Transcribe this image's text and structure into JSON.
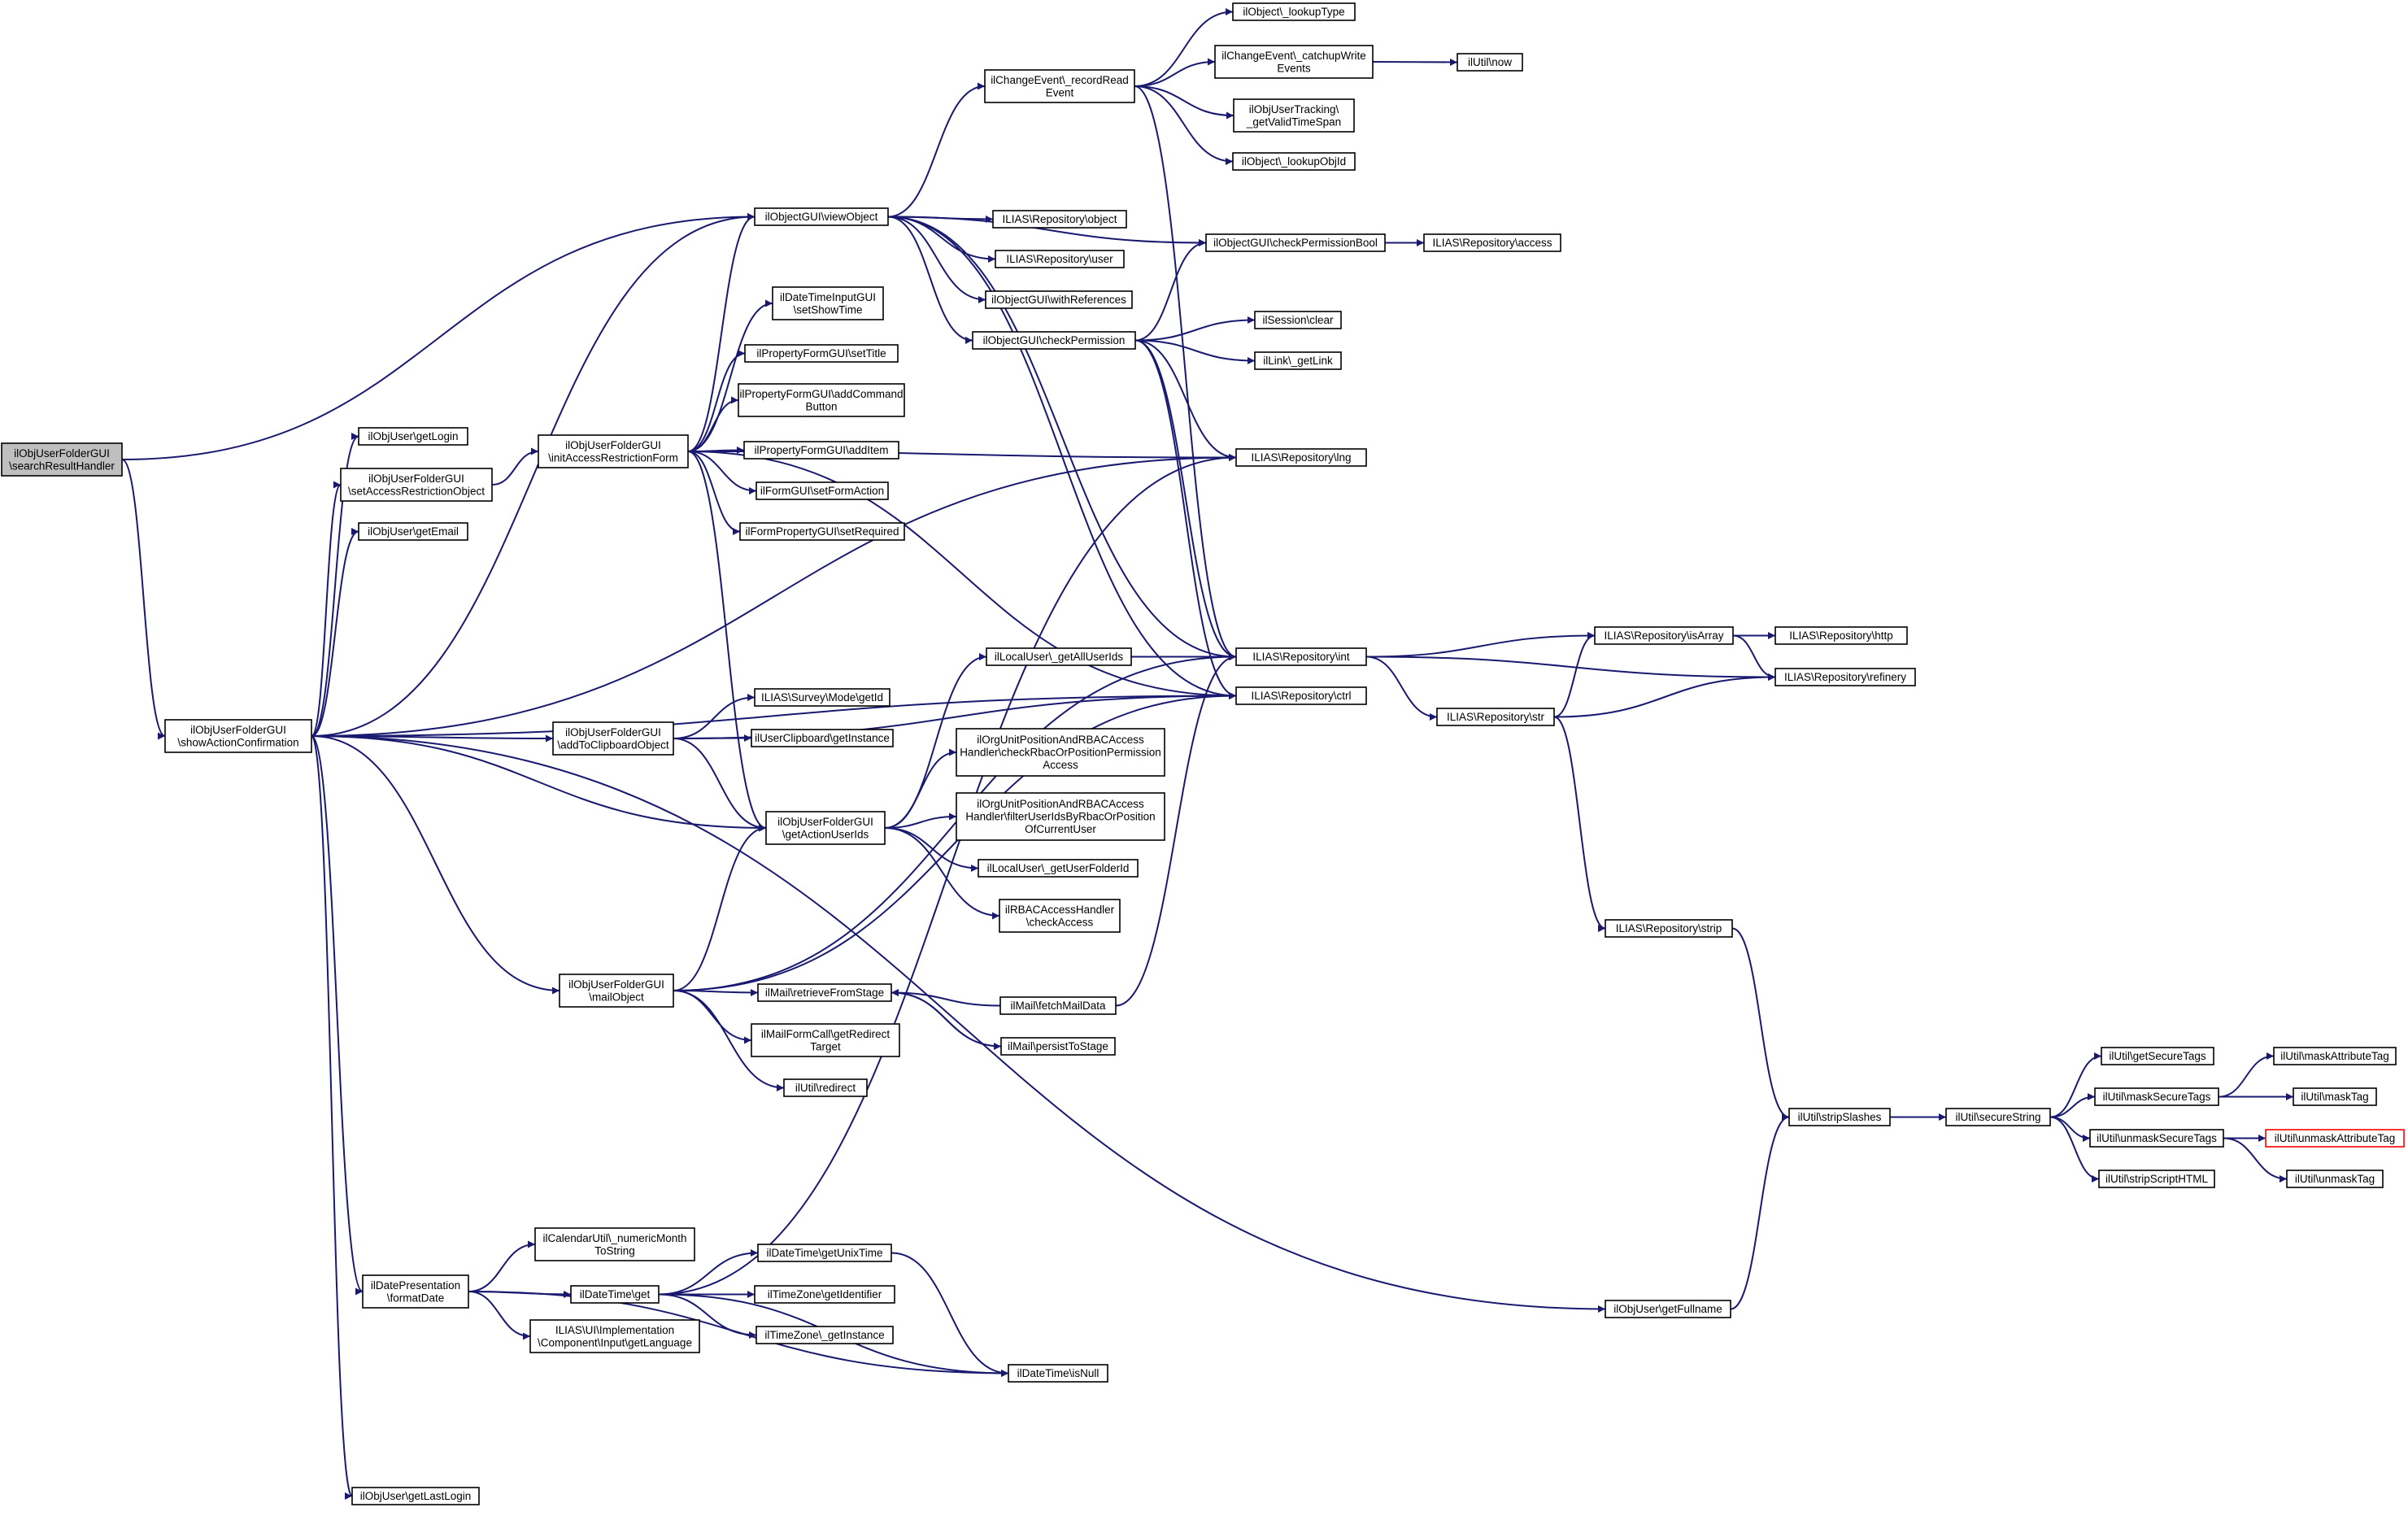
{
  "graph": {
    "colors": {
      "edge": "#191970",
      "node_border": "#000000",
      "root_fill": "#bfbfbf",
      "truncated_border": "#ff0000",
      "background": "#ffffff"
    },
    "nodes": [
      {
        "id": "root",
        "lines": [
          "ilObjUserFolderGUI",
          "\\searchResultHandler"
        ],
        "root": true
      },
      {
        "id": "sac",
        "lines": [
          "ilObjUserFolderGUI",
          "\\showActionConfirmation"
        ]
      },
      {
        "id": "getLogin",
        "lines": [
          "ilObjUser\\getLogin"
        ]
      },
      {
        "id": "setAR",
        "lines": [
          "ilObjUserFolderGUI",
          "\\setAccessRestrictionObject"
        ]
      },
      {
        "id": "getEmail",
        "lines": [
          "ilObjUser\\getEmail"
        ]
      },
      {
        "id": "initAR",
        "lines": [
          "ilObjUserFolderGUI",
          "\\initAccessRestrictionForm"
        ]
      },
      {
        "id": "addClip",
        "lines": [
          "ilObjUserFolderGUI",
          "\\addToClipboardObject"
        ]
      },
      {
        "id": "mailObj",
        "lines": [
          "ilObjUserFolderGUI",
          "\\mailObject"
        ]
      },
      {
        "id": "getUserIds",
        "lines": [
          "ilObjUserFolderGUI",
          "\\getActionUserIds"
        ]
      },
      {
        "id": "datePres",
        "lines": [
          "ilDatePresentation",
          "\\formatDate"
        ]
      },
      {
        "id": "lastLogin",
        "lines": [
          "ilObjUser\\getLastLogin"
        ]
      },
      {
        "id": "viewObj",
        "lines": [
          "ilObjectGUI\\viewObject"
        ]
      },
      {
        "id": "recordRead",
        "lines": [
          "ilChangeEvent\\_recordRead",
          "Event"
        ]
      },
      {
        "id": "lookupType",
        "lines": [
          "ilObject\\_lookupType"
        ]
      },
      {
        "id": "catchup",
        "lines": [
          "ilChangeEvent\\_catchupWrite",
          "Events"
        ]
      },
      {
        "id": "now",
        "lines": [
          "ilUtil\\now"
        ]
      },
      {
        "id": "validTime",
        "lines": [
          "ilObjUserTracking\\",
          "_getValidTimeSpan"
        ]
      },
      {
        "id": "lookupObjId",
        "lines": [
          "ilObject\\_lookupObjId"
        ]
      },
      {
        "id": "repoObject",
        "lines": [
          "ILIAS\\Repository\\object"
        ]
      },
      {
        "id": "repoUser",
        "lines": [
          "ILIAS\\Repository\\user"
        ]
      },
      {
        "id": "withRefs",
        "lines": [
          "ilObjectGUI\\withReferences"
        ]
      },
      {
        "id": "checkPerm",
        "lines": [
          "ilObjectGUI\\checkPermission"
        ]
      },
      {
        "id": "checkPermBool",
        "lines": [
          "ilObjectGUI\\checkPermissionBool"
        ]
      },
      {
        "id": "repoAccess",
        "lines": [
          "ILIAS\\Repository\\access"
        ]
      },
      {
        "id": "sessClear",
        "lines": [
          "ilSession\\clear"
        ]
      },
      {
        "id": "getLink",
        "lines": [
          "ilLink\\_getLink"
        ]
      },
      {
        "id": "repoLng",
        "lines": [
          "ILIAS\\Repository\\lng"
        ]
      },
      {
        "id": "dtSetShowTime",
        "lines": [
          "ilDateTimeInputGUI",
          "\\setShowTime"
        ]
      },
      {
        "id": "pfSetTitle",
        "lines": [
          "ilPropertyFormGUI\\setTitle"
        ]
      },
      {
        "id": "pfAddCmd",
        "lines": [
          "ilPropertyFormGUI\\addCommand",
          "Button"
        ]
      },
      {
        "id": "pfAddItem",
        "lines": [
          "ilPropertyFormGUI\\addItem"
        ]
      },
      {
        "id": "fSetAction",
        "lines": [
          "ilFormGUI\\setFormAction"
        ]
      },
      {
        "id": "fpSetReq",
        "lines": [
          "ilFormPropertyGUI\\setRequired"
        ]
      },
      {
        "id": "getAllUserIds",
        "lines": [
          "ilLocalUser\\_getAllUserIds"
        ]
      },
      {
        "id": "repoInt",
        "lines": [
          "ILIAS\\Repository\\int"
        ]
      },
      {
        "id": "repoCtrl",
        "lines": [
          "ILIAS\\Repository\\ctrl"
        ]
      },
      {
        "id": "repoIsArray",
        "lines": [
          "ILIAS\\Repository\\isArray"
        ]
      },
      {
        "id": "repoHttp",
        "lines": [
          "ILIAS\\Repository\\http"
        ]
      },
      {
        "id": "repoRefinery",
        "lines": [
          "ILIAS\\Repository\\refinery"
        ]
      },
      {
        "id": "repoStr",
        "lines": [
          "ILIAS\\Repository\\str"
        ]
      },
      {
        "id": "surveyGetId",
        "lines": [
          "ILIAS\\Survey\\Mode\\getId"
        ]
      },
      {
        "id": "clipGetInst",
        "lines": [
          "ilUserClipboard\\getInstance"
        ]
      },
      {
        "id": "orgCheck",
        "lines": [
          "ilOrgUnitPositionAndRBACAccess",
          "Handler\\checkRbacOrPositionPermission",
          "Access"
        ]
      },
      {
        "id": "orgFilter",
        "lines": [
          "ilOrgUnitPositionAndRBACAccess",
          "Handler\\filterUserIdsByRbacOrPosition",
          "OfCurrentUser"
        ]
      },
      {
        "id": "getUserFolderId",
        "lines": [
          "ilLocalUser\\_getUserFolderId"
        ]
      },
      {
        "id": "rbacCheck",
        "lines": [
          "ilRBACAccessHandler",
          "\\checkAccess"
        ]
      },
      {
        "id": "mailRetrieve",
        "lines": [
          "ilMail\\retrieveFromStage"
        ]
      },
      {
        "id": "mailFetch",
        "lines": [
          "ilMail\\fetchMailData"
        ]
      },
      {
        "id": "mailPersist",
        "lines": [
          "ilMail\\persistToStage"
        ]
      },
      {
        "id": "mailFormCall",
        "lines": [
          "ilMailFormCall\\getRedirect",
          "Target"
        ]
      },
      {
        "id": "utilRedirect",
        "lines": [
          "ilUtil\\redirect"
        ]
      },
      {
        "id": "repoStrip",
        "lines": [
          "ILIAS\\Repository\\strip"
        ]
      },
      {
        "id": "stripSlashes",
        "lines": [
          "ilUtil\\stripSlashes"
        ]
      },
      {
        "id": "secureString",
        "lines": [
          "ilUtil\\secureString"
        ]
      },
      {
        "id": "getSecureTags",
        "lines": [
          "ilUtil\\getSecureTags"
        ]
      },
      {
        "id": "maskSecureTags",
        "lines": [
          "ilUtil\\maskSecureTags"
        ]
      },
      {
        "id": "unmaskSecureTags",
        "lines": [
          "ilUtil\\unmaskSecureTags"
        ]
      },
      {
        "id": "stripScriptHTML",
        "lines": [
          "ilUtil\\stripScriptHTML"
        ]
      },
      {
        "id": "maskAttrTag",
        "lines": [
          "ilUtil\\maskAttributeTag"
        ]
      },
      {
        "id": "maskTag",
        "lines": [
          "ilUtil\\maskTag"
        ]
      },
      {
        "id": "unmaskAttrTag",
        "lines": [
          "ilUtil\\unmaskAttributeTag"
        ],
        "truncated": true
      },
      {
        "id": "unmaskTag",
        "lines": [
          "ilUtil\\unmaskTag"
        ]
      },
      {
        "id": "calNumMonth",
        "lines": [
          "ilCalendarUtil\\_numericMonth",
          "ToString"
        ]
      },
      {
        "id": "dtGet",
        "lines": [
          "ilDateTime\\get"
        ]
      },
      {
        "id": "dtGetUnix",
        "lines": [
          "ilDateTime\\getUnixTime"
        ]
      },
      {
        "id": "tzGetId",
        "lines": [
          "ilTimeZone\\getIdentifier"
        ]
      },
      {
        "id": "tzGetInst",
        "lines": [
          "ilTimeZone\\_getInstance"
        ]
      },
      {
        "id": "uiGetLang",
        "lines": [
          "ILIAS\\UI\\Implementation",
          "\\Component\\Input\\getLanguage"
        ]
      },
      {
        "id": "dtIsNull",
        "lines": [
          "ilDateTime\\isNull"
        ]
      },
      {
        "id": "getFullname",
        "lines": [
          "ilObjUser\\getFullname"
        ]
      }
    ],
    "edges": [
      [
        "root",
        "sac"
      ],
      [
        "root",
        "viewObj"
      ],
      [
        "sac",
        "getLogin"
      ],
      [
        "sac",
        "setAR"
      ],
      [
        "sac",
        "getEmail"
      ],
      [
        "sac",
        "addClip"
      ],
      [
        "sac",
        "getUserIds"
      ],
      [
        "sac",
        "mailObj"
      ],
      [
        "sac",
        "datePres"
      ],
      [
        "sac",
        "lastLogin"
      ],
      [
        "sac",
        "viewObj"
      ],
      [
        "sac",
        "repoLng"
      ],
      [
        "sac",
        "repoCtrl"
      ],
      [
        "sac",
        "getFullname"
      ],
      [
        "setAR",
        "initAR"
      ],
      [
        "initAR",
        "viewObj"
      ],
      [
        "initAR",
        "dtSetShowTime"
      ],
      [
        "initAR",
        "pfSetTitle"
      ],
      [
        "initAR",
        "pfAddCmd"
      ],
      [
        "initAR",
        "pfAddItem"
      ],
      [
        "initAR",
        "fSetAction"
      ],
      [
        "initAR",
        "fpSetReq"
      ],
      [
        "initAR",
        "repoLng"
      ],
      [
        "initAR",
        "repoCtrl"
      ],
      [
        "initAR",
        "getUserIds"
      ],
      [
        "viewObj",
        "recordRead"
      ],
      [
        "viewObj",
        "repoObject"
      ],
      [
        "viewObj",
        "repoUser"
      ],
      [
        "viewObj",
        "withRefs"
      ],
      [
        "viewObj",
        "checkPerm"
      ],
      [
        "viewObj",
        "checkPermBool"
      ],
      [
        "viewObj",
        "repoInt"
      ],
      [
        "viewObj",
        "repoCtrl"
      ],
      [
        "recordRead",
        "lookupType"
      ],
      [
        "recordRead",
        "catchup"
      ],
      [
        "recordRead",
        "validTime"
      ],
      [
        "recordRead",
        "lookupObjId"
      ],
      [
        "recordRead",
        "repoInt"
      ],
      [
        "catchup",
        "now"
      ],
      [
        "checkPermBool",
        "repoAccess"
      ],
      [
        "checkPerm",
        "checkPermBool"
      ],
      [
        "checkPerm",
        "sessClear"
      ],
      [
        "checkPerm",
        "getLink"
      ],
      [
        "checkPerm",
        "repoLng"
      ],
      [
        "checkPerm",
        "repoInt"
      ],
      [
        "checkPerm",
        "repoCtrl"
      ],
      [
        "addClip",
        "surveyGetId"
      ],
      [
        "addClip",
        "clipGetInst"
      ],
      [
        "addClip",
        "getUserIds"
      ],
      [
        "addClip",
        "repoCtrl"
      ],
      [
        "getUserIds",
        "getAllUserIds"
      ],
      [
        "getUserIds",
        "orgCheck"
      ],
      [
        "getUserIds",
        "orgFilter"
      ],
      [
        "getUserIds",
        "getUserFolderId"
      ],
      [
        "getUserIds",
        "rbacCheck"
      ],
      [
        "getAllUserIds",
        "repoInt"
      ],
      [
        "repoInt",
        "repoIsArray"
      ],
      [
        "repoInt",
        "repoRefinery"
      ],
      [
        "repoInt",
        "repoStr"
      ],
      [
        "repoIsArray",
        "repoHttp"
      ],
      [
        "repoIsArray",
        "repoRefinery"
      ],
      [
        "repoStr",
        "repoIsArray"
      ],
      [
        "repoStr",
        "repoRefinery"
      ],
      [
        "repoStr",
        "repoStrip"
      ],
      [
        "repoStrip",
        "stripSlashes"
      ],
      [
        "mailObj",
        "getUserIds"
      ],
      [
        "mailObj",
        "mailRetrieve"
      ],
      [
        "mailObj",
        "mailFormCall"
      ],
      [
        "mailObj",
        "utilRedirect"
      ],
      [
        "mailObj",
        "repoInt"
      ],
      [
        "mailObj",
        "repoCtrl"
      ],
      [
        "mailRetrieve",
        "mailPersist"
      ],
      [
        "mailFetch",
        "mailRetrieve"
      ],
      [
        "mailFetch",
        "repoInt"
      ],
      [
        "mailPersist",
        "mailRetrieve"
      ],
      [
        "stripSlashes",
        "secureString"
      ],
      [
        "secureString",
        "getSecureTags"
      ],
      [
        "secureString",
        "maskSecureTags"
      ],
      [
        "secureString",
        "unmaskSecureTags"
      ],
      [
        "secureString",
        "stripScriptHTML"
      ],
      [
        "maskSecureTags",
        "maskAttrTag"
      ],
      [
        "maskSecureTags",
        "maskTag"
      ],
      [
        "unmaskSecureTags",
        "unmaskAttrTag"
      ],
      [
        "unmaskSecureTags",
        "unmaskTag"
      ],
      [
        "datePres",
        "calNumMonth"
      ],
      [
        "datePres",
        "dtGet"
      ],
      [
        "datePres",
        "uiGetLang"
      ],
      [
        "datePres",
        "dtIsNull"
      ],
      [
        "dtGet",
        "dtGetUnix"
      ],
      [
        "dtGet",
        "tzGetId"
      ],
      [
        "dtGet",
        "tzGetInst"
      ],
      [
        "dtGet",
        "dtIsNull"
      ],
      [
        "dtGet",
        "repoLng"
      ],
      [
        "dtGetUnix",
        "dtIsNull"
      ],
      [
        "getFullname",
        "stripSlashes"
      ]
    ]
  }
}
